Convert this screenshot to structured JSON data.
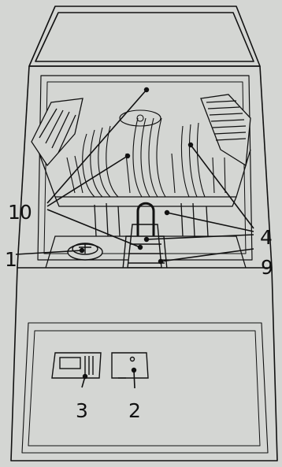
{
  "diagram": {
    "subject": "dishwasher-open-door",
    "background_color": "#d4d6d3",
    "line_color": "#111111",
    "callouts": [
      {
        "id": "callout-10",
        "text": "10"
      },
      {
        "id": "callout-4",
        "text": "4"
      },
      {
        "id": "callout-1",
        "text": "1"
      },
      {
        "id": "callout-9",
        "text": "9"
      },
      {
        "id": "callout-3",
        "text": "3"
      },
      {
        "id": "callout-2",
        "text": "2"
      }
    ]
  }
}
